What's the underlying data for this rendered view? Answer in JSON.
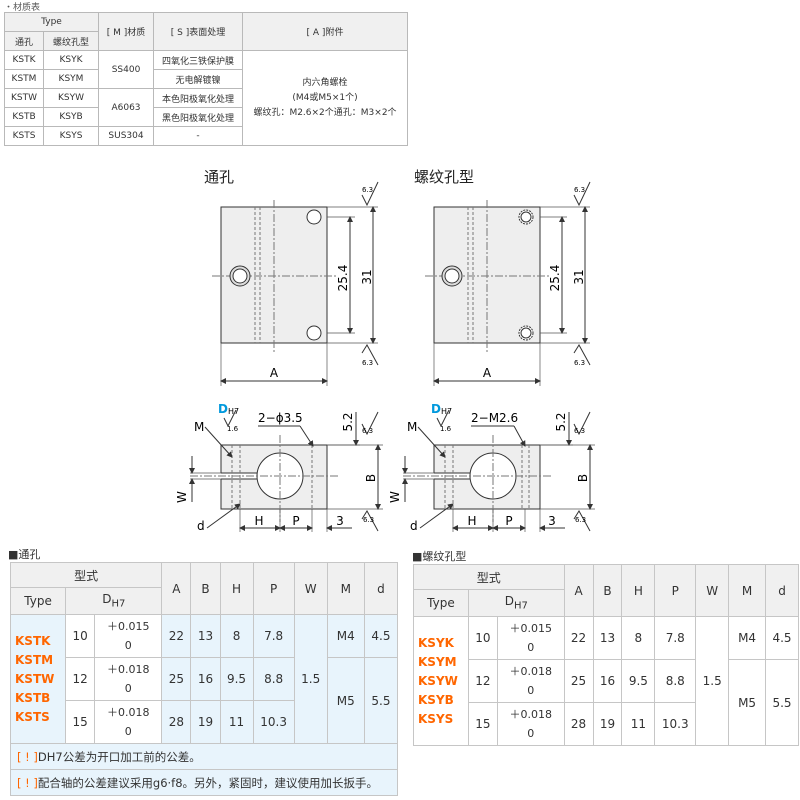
{
  "material_table": {
    "caption": "・材质表",
    "headers": {
      "type": "Type",
      "through": "通孔",
      "threaded": "螺纹孔型",
      "material": "[ M ]材质",
      "surface": "[ S ]表面处理",
      "accessory": "[ A ]附件"
    },
    "rows": [
      {
        "through": "KSTK",
        "threaded": "KSYK",
        "surface": "四氧化三铁保护膜"
      },
      {
        "through": "KSTM",
        "threaded": "KSYM",
        "surface": "无电解镀镍"
      },
      {
        "through": "KSTW",
        "threaded": "KSYW",
        "surface": "本色阳极氧化处理"
      },
      {
        "through": "KSTB",
        "threaded": "KSYB",
        "surface": "黑色阳极氧化处理"
      },
      {
        "through": "KSTS",
        "threaded": "KSYS",
        "surface": "-"
      }
    ],
    "materials": [
      "SS400",
      "A6063",
      "SUS304"
    ],
    "accessory_lines": [
      "内六角螺栓",
      "(M4或M5×1个)",
      "螺纹孔：M2.6×2个通孔：M3×2个"
    ]
  },
  "drawings": {
    "through_title": "通孔",
    "threaded_title": "螺纹孔型",
    "dim_25_4": "25.4",
    "dim_31": "31",
    "dim_A": "A",
    "roughness_6_3": "6.3",
    "roughness_1_6": "1.6",
    "label_D": "D",
    "label_H7": "H7",
    "through_hole_note": "2−ϕ3.5",
    "threaded_hole_note": "2−M2.6",
    "label_M": "M",
    "label_W": "W",
    "label_d": "d",
    "label_H": "H",
    "label_P": "P",
    "label_B": "B",
    "dim_3": "3",
    "dim_5_2": "5.2"
  },
  "spec_through": {
    "section_title": "■通孔",
    "headers": {
      "model": "型式",
      "type": "Type",
      "dh7": "DH7",
      "A": "A",
      "B": "B",
      "H": "H",
      "P": "P",
      "W": "W",
      "M": "M",
      "d": "d"
    },
    "types": [
      "KSTK",
      "KSTM",
      "KSTW",
      "KSTB",
      "KSTS"
    ],
    "rows": [
      {
        "D": "10",
        "tol_top": "＋0.015",
        "tol_bot": "0",
        "A": "22",
        "B": "13",
        "H": "8",
        "P": "7.8"
      },
      {
        "D": "12",
        "tol_top": "＋0.018",
        "tol_bot": "0",
        "A": "25",
        "B": "16",
        "H": "9.5",
        "P": "8.8"
      },
      {
        "D": "15",
        "tol_top": "＋0.018",
        "tol_bot": "0",
        "A": "28",
        "B": "19",
        "H": "11",
        "P": "10.3"
      }
    ],
    "W": "1.5",
    "M": [
      "M4",
      "M5"
    ],
    "d": [
      "4.5",
      "5.5"
    ],
    "notes": [
      {
        "mark": "[ ! ]",
        "text": "DH7公差为开口加工前的公差。"
      },
      {
        "mark": "[ ! ]",
        "text": "配合轴的公差建议采用g6·f8。另外，紧固时，建议使用加长扳手。"
      }
    ]
  },
  "spec_threaded": {
    "section_title": "■螺纹孔型",
    "headers": {
      "model": "型式",
      "type": "Type",
      "dh7": "DH7",
      "A": "A",
      "B": "B",
      "H": "H",
      "P": "P",
      "W": "W",
      "M": "M",
      "d": "d"
    },
    "types": [
      "KSYK",
      "KSYM",
      "KSYW",
      "KSYB",
      "KSYS"
    ],
    "rows": [
      {
        "D": "10",
        "tol_top": "＋0.015",
        "tol_bot": "0",
        "A": "22",
        "B": "13",
        "H": "8",
        "P": "7.8"
      },
      {
        "D": "12",
        "tol_top": "＋0.018",
        "tol_bot": "0",
        "A": "25",
        "B": "16",
        "H": "9.5",
        "P": "8.8"
      },
      {
        "D": "15",
        "tol_top": "＋0.018",
        "tol_bot": "0",
        "A": "28",
        "B": "19",
        "H": "11",
        "P": "10.3"
      }
    ],
    "W": "1.5",
    "M": [
      "M4",
      "M5"
    ],
    "d": [
      "4.5",
      "5.5"
    ]
  },
  "colors": {
    "accent": "#ff6600",
    "blue": "#0099dd",
    "header_bg": "#f0f0f0",
    "body_bg": "#e8f4fc"
  }
}
